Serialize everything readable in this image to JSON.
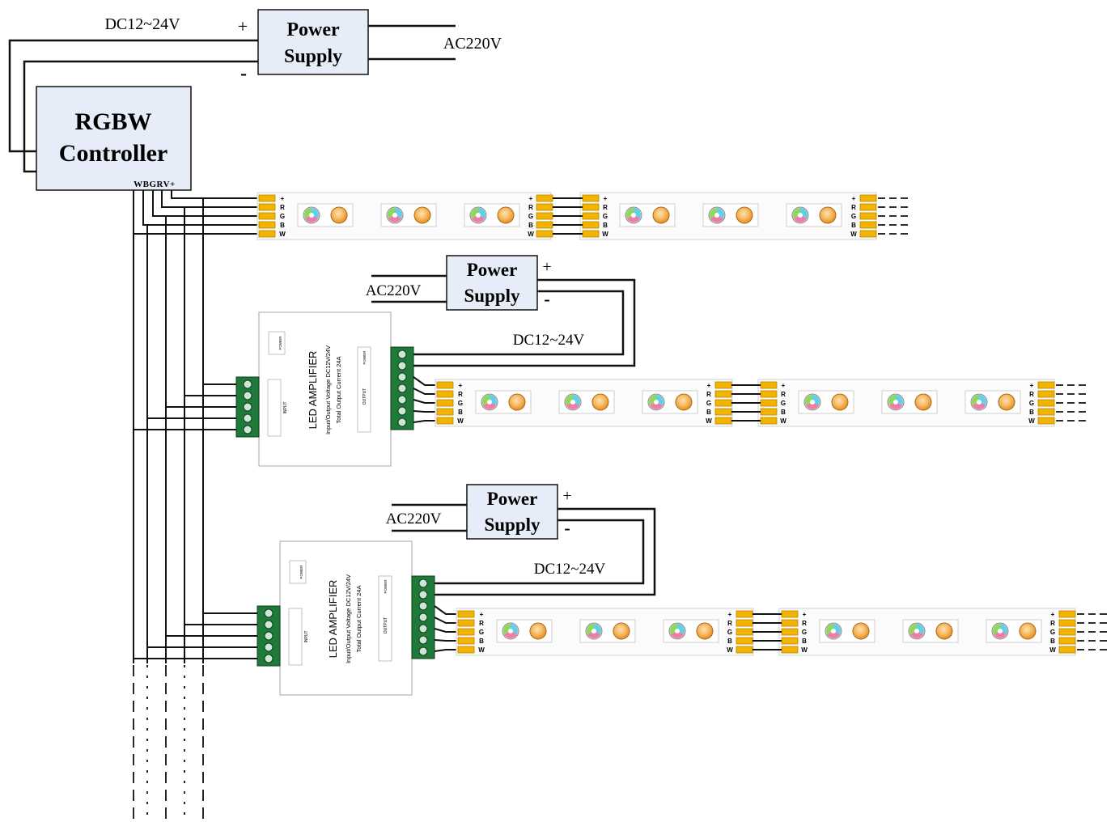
{
  "top_psu": {
    "line1": "Power",
    "line2": "Supply",
    "plus": "+",
    "minus": "-",
    "dc_label": "DC12~24V",
    "ac_label": "AC220V"
  },
  "controller": {
    "line1": "RGBW",
    "line2": "Controller",
    "terminals": "WBGRV+"
  },
  "strip_pins": [
    "+",
    "R",
    "G",
    "B",
    "W"
  ],
  "amplifiers": [
    {
      "psu": {
        "line1": "Power",
        "line2": "Supply",
        "plus": "+",
        "minus": "-",
        "ac_label": "AC220V",
        "dc_label": "DC12~24V"
      },
      "amp": {
        "title": "LED AMPLIFIER",
        "spec1": "Input/Output Voltage DC12V/24V",
        "spec2": "Total Output Current 24A",
        "input_label": "INPUT",
        "output_label": "OUTPUT",
        "power_label": "POWER"
      }
    },
    {
      "psu": {
        "line1": "Power",
        "line2": "Supply",
        "plus": "+",
        "minus": "-",
        "ac_label": "AC220V",
        "dc_label": "DC12~24V"
      },
      "amp": {
        "title": "LED AMPLIFIER",
        "spec1": "Input/Output Voltage DC12V/24V",
        "spec2": "Total Output Current 24A",
        "input_label": "INPUT",
        "output_label": "OUTPUT",
        "power_label": "POWER"
      }
    }
  ],
  "colors": {
    "box_fill": "#e6ecf8",
    "line": "#111111",
    "pad": "#f2b400",
    "terminal": "#1f7a3a",
    "led_warm": "#f4a12e",
    "strip": "#fbfbfb",
    "amp_outline": "#b5b5b5"
  }
}
